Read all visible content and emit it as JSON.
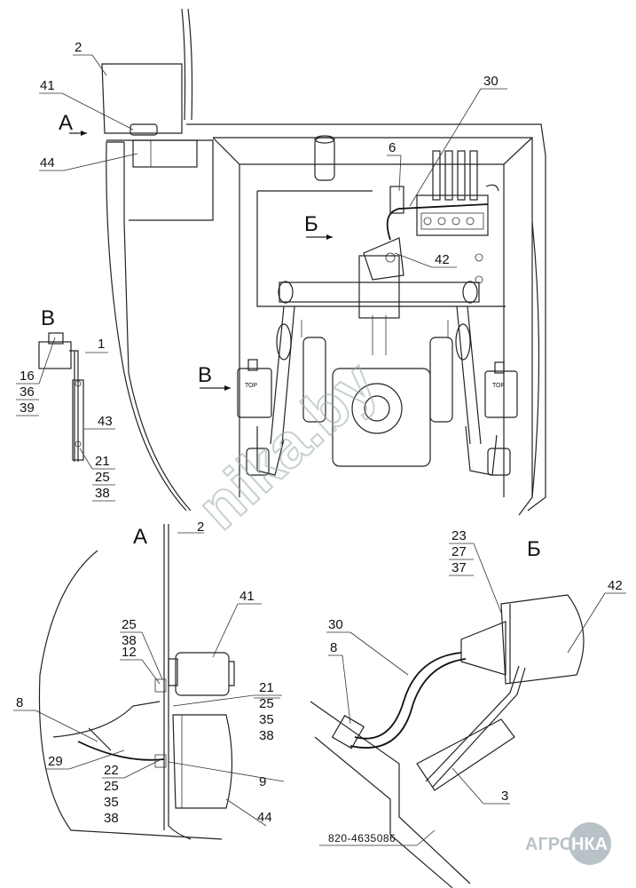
{
  "views": {
    "top": "А",
    "arrow_a": "А",
    "arrow_b": "Б",
    "arrow_v": "В",
    "view_v": "В",
    "detail_a": "А",
    "detail_b": "Б"
  },
  "callouts": {
    "c2_top": "2",
    "c41_top": "41",
    "c44_top": "44",
    "c30_top": "30",
    "c6_top": "6",
    "c42_top": "42",
    "v_1": "1",
    "v_16": "16",
    "v_36": "36",
    "v_39": "39",
    "v_43": "43",
    "v_21": "21",
    "v_25": "25",
    "v_38": "38",
    "a_2": "2",
    "a_41": "41",
    "a_25": "25",
    "a_38": "38",
    "a_12": "12",
    "a_21": "21",
    "a_25b": "25",
    "a_35": "35",
    "a_38b": "38",
    "a_8": "8",
    "a_29": "29",
    "a_22": "22",
    "a_25c": "25",
    "a_35b": "35",
    "a_38c": "38",
    "a_9": "9",
    "a_44": "44",
    "b_23": "23",
    "b_27": "27",
    "b_37": "37",
    "b_42": "42",
    "b_30": "30",
    "b_8": "8",
    "b_3": "3"
  },
  "lamp_tag_left": "ТОР",
  "lamp_tag_right": "ТОР",
  "drawing_code": "820-4635086",
  "watermark": "nika.by",
  "logo": {
    "part1": "АГРО",
    "part2": "НКА"
  }
}
